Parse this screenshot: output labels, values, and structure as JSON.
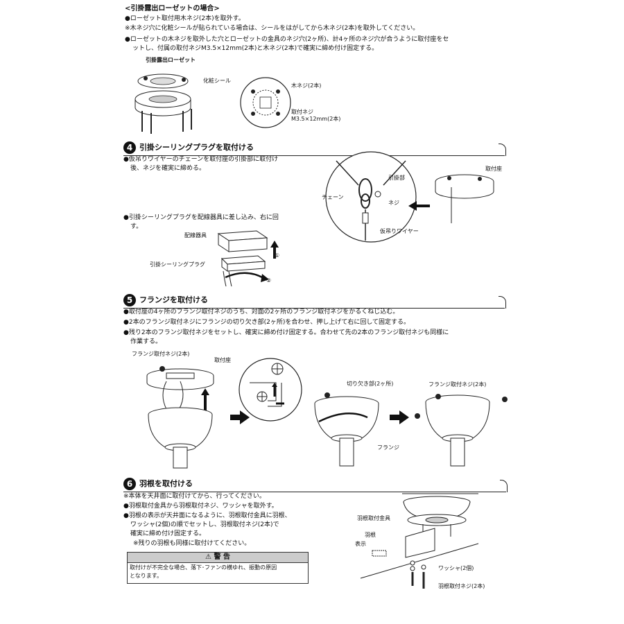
{
  "hanging": {
    "heading": "<引掛露出ローゼットの場合>",
    "line1": "●ローゼット取付用木ネジ(2本)を取外す。",
    "line2": "※木ネジ穴に化粧シールが貼られている場合は、シールをはがしてから木ネジ(2本)を取外してください。",
    "line3a": "●ローゼットの木ネジを取外した穴とローゼットの金具のネジ穴(2ヶ所)、計4ヶ所のネジ穴が合うように取付座をセ",
    "line3b": "ットし、付属の取付ネジM3.5×12mm(2本)と木ネジ(2本)で確実に締め付け固定する。",
    "fig_title": "引掛露出ローゼット",
    "label_seal": "化粧シール",
    "label_wood_screw": "木ネジ(2本)",
    "label_mount_screw1": "取付ネジ",
    "label_mount_screw2": "M3.5×12mm(2本)"
  },
  "step4": {
    "num": "4",
    "title": "引掛シーリングプラグを取付ける",
    "text1a": "●仮吊りワイヤーのチェーンを取付座の引掛部に取付け",
    "text1b": "後、ネジを確実に締める。",
    "text2a": "●引掛シーリングプラグを配線器具に差し込み、右に回",
    "text2b": "す。",
    "label_wiring": "配線器具",
    "label_plug": "引掛シーリングプラグ",
    "label_1": "①",
    "label_2": "②",
    "label_hook": "引掛部",
    "label_chain": "チェーン",
    "label_screw": "ネジ",
    "label_wire": "仮吊りワイヤー",
    "label_base": "取付座"
  },
  "step5": {
    "num": "5",
    "title": "フランジを取付ける",
    "text1": "●取付座の4ヶ所のフランジ取付ネジのうち、対面の2ヶ所のフランジ取付ネジをかるくねじ込む。",
    "text2": "●2本のフランジ取付ネジにフランジの切り欠き部(2ヶ所)を合わせ、押し上げて右に回して固定する。",
    "text3a": "●残り2本のフランジ取付ネジをセットし、確実に締め付け固定する。合わせて先の2本のフランジ取付ネジも同様に",
    "text3b": "作業する。",
    "label_flange_screw": "フランジ取付ネジ(2本)",
    "label_base": "取付座",
    "label_notch": "切り欠き部(2ヶ所)",
    "label_flange": "フランジ",
    "label_flange_screw2": "フランジ取付ネジ(2本)"
  },
  "step6": {
    "num": "6",
    "title": "羽根を取付ける",
    "text1": "※本体を天井面に取付けてから、行ってください。",
    "text2": "●羽根取付金具から羽根取付ネジ、ワッシャを取外す。",
    "text3a": "●羽根の表示が天井面になるように、羽根取付金具に羽根、",
    "text3b": "ワッシャ(2個)の順でセットし、羽根取付ネジ(2本)で",
    "text3c": "確実に締め付け固定する。",
    "text4": "※残りの羽根も同様に取付けてください。",
    "label_bracket": "羽根取付金具",
    "label_blade": "羽根",
    "label_mark": "表示",
    "label_washer": "ワッシャ(2個)",
    "label_blade_screw": "羽根取付ネジ(2本)"
  },
  "warning": {
    "title": "⚠ 警 告",
    "body1": "取付けが不完全な場合、落下･ファンの横ゆれ、振動の原因",
    "body2": "となります。"
  }
}
